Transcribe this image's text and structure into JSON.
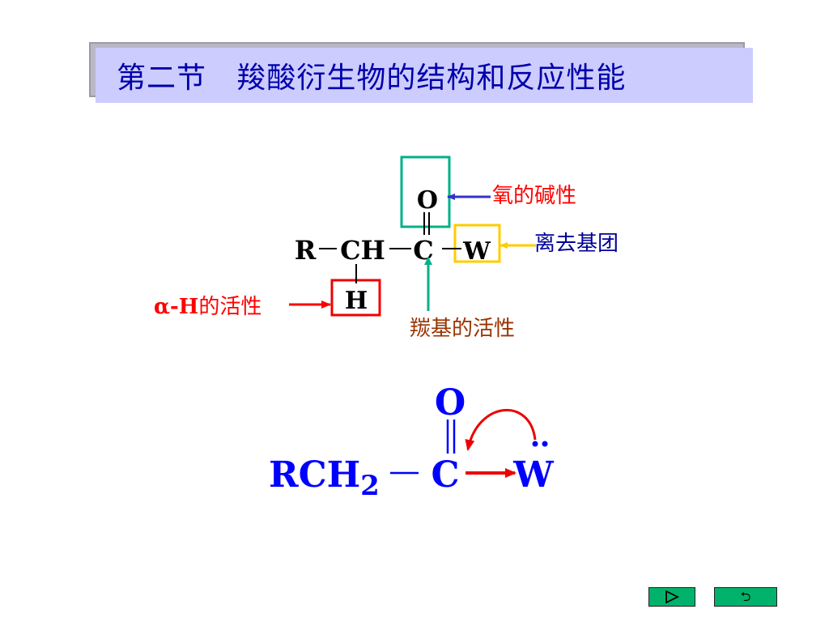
{
  "title": "第二节   羧酸衍生物的结构和反应性能",
  "structure_1": {
    "atom_O": "O",
    "atom_R": "R",
    "atom_CH": "CH",
    "atom_C": "C",
    "atom_W": "W",
    "atom_H": "H",
    "label_oxygen_basicity": "氧的碱性",
    "label_leaving_group": "离去基团",
    "label_alpha_h_prefix": "α-H",
    "label_alpha_h_suffix": "的活性",
    "label_carbonyl_activity": "羰基的活性"
  },
  "structure_2": {
    "atom_O": "O",
    "group_RCH": "RCH",
    "subscript": "2",
    "bond": "—",
    "atom_C": "C",
    "atom_W": "W",
    "lone_pair": "••"
  },
  "navigation": {
    "next_icon": "play-triangle-icon",
    "return_icon": "return-arrow-icon",
    "return_glyph": "⮌"
  },
  "colors": {
    "title_text": "#0000aa",
    "title_bg": "#ccccff",
    "label_red": "#ff0000",
    "label_blue": "#000099",
    "label_brown": "#993300",
    "box_teal": "#00b08a",
    "box_yellow": "#ffcc00",
    "box_red": "#ee0000",
    "arrow_blue": "#3333cc",
    "arrow_teal": "#00b08a",
    "structure2_blue": "#0000ff",
    "nav_green": "#00b26b"
  }
}
